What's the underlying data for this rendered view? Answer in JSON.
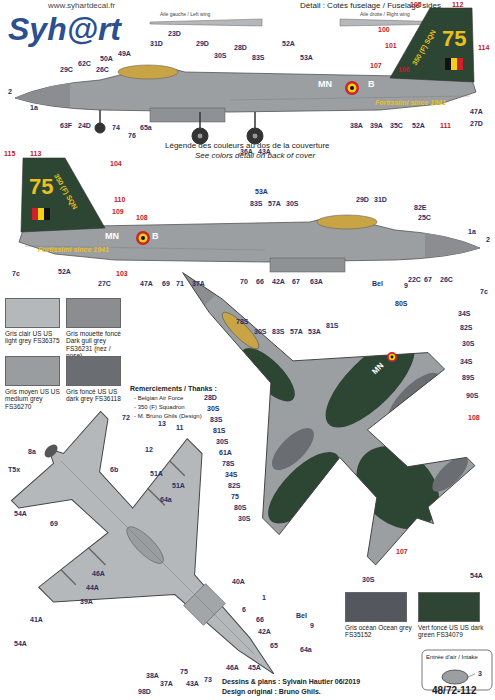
{
  "diagram": {
    "title": "Syh@rt",
    "labels": [
      "www.syhartdecal.fr",
      "Détail : Cotés fuselage / Fuselage sides",
      "Aile gauche / Left wing",
      "Aile droite / Right wing",
      "Légende des couleurs au dos de la couverture",
      "See colors detail on back of cover",
      "Remerciements / Thanks :",
      "- Belgian Air Force",
      "- 350 (F) Squadron",
      "- M. Bruno Ghils (Design)",
      "Dessins & plans : Sylvain Hautier 06/2019",
      "Design original : Bruno Ghils.",
      "48/72-112",
      "Entrée d'air / Intake",
      "3",
      "350 (F) SQN",
      "75",
      "Fortissimi since 1941",
      "MN",
      "B",
      "350 (F) SQN",
      "75",
      "Fortissimi since 1941",
      "MN",
      "B",
      "MN",
      "B",
      "1a",
      "2",
      "29C",
      "62C",
      "26C",
      "50A",
      "49A",
      "31D",
      "23D",
      "29D",
      "30S",
      "28D",
      "83S",
      "52A",
      "53A",
      "100",
      "101",
      "105",
      "112",
      "114",
      "106",
      "107",
      "111",
      "52A",
      "47A",
      "27D",
      "35C",
      "39A",
      "38A",
      "63F",
      "24D",
      "74",
      "76",
      "65a",
      "36A",
      "43A",
      "115",
      "113",
      "104",
      "110",
      "109",
      "108",
      "103",
      "7c",
      "52A",
      "27C",
      "47A",
      "69",
      "71",
      "37A",
      "70",
      "66",
      "42A",
      "67",
      "63A",
      "83S",
      "57A",
      "30S",
      "53A",
      "29D",
      "31D",
      "82E",
      "25C",
      "2",
      "1a",
      "22C",
      "67",
      "26C",
      "7c",
      "78S",
      "30S",
      "83S",
      "57A",
      "53A",
      "81S",
      "Bel",
      "9",
      "80S",
      "34S",
      "82S",
      "30S",
      "34S",
      "89S",
      "90S",
      "108",
      "107",
      "30S",
      "54A",
      "28D",
      "30S",
      "83S",
      "81S",
      "30S",
      "61A",
      "78S",
      "34S",
      "82S",
      "75",
      "80S",
      "30S",
      "Bel",
      "9",
      "8a",
      "T5x",
      "54A",
      "6b",
      "72",
      "13",
      "11",
      "12",
      "51A",
      "64a",
      "51A",
      "69",
      "46A",
      "44A",
      "39A",
      "41A",
      "54A",
      "40A",
      "1",
      "6",
      "66",
      "42A",
      "65",
      "64a",
      "98D",
      "38A",
      "37A",
      "75",
      "43A",
      "73",
      "46A",
      "45A"
    ],
    "legend": [
      {
        "text": "Gris clair US US light grey FS36375",
        "color": "#b5b8ba"
      },
      {
        "text": "Gris mouette foncé Dark gull grey FS36231 (nez / nose)",
        "color": "#8b8d90"
      },
      {
        "text": "Gris moyen US US medium grey FS36270",
        "color": "#9a9da0"
      },
      {
        "text": "Gris foncé US US dark grey FS36118",
        "color": "#6a6d72"
      },
      {
        "text": "Gris océan Ocean grey FS35152",
        "color": "#55575f"
      },
      {
        "text": "Vert foncé US US dark green FS34079",
        "color": "#2e4533"
      }
    ]
  }
}
